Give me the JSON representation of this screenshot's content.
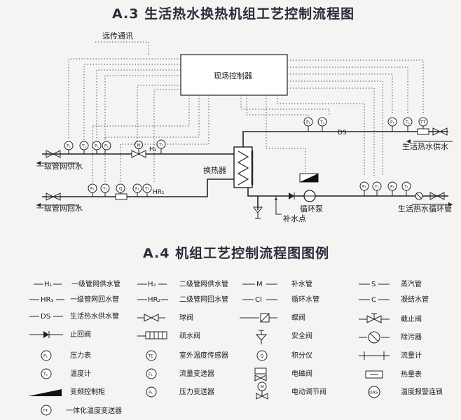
{
  "titles": {
    "a3": "A.3  生活热水换热机组工艺控制流程图",
    "a4": "A.4  机组工艺控制流程图图例"
  },
  "flow": {
    "remote_comm": "远传通讯",
    "controller": "现场控制器",
    "exchanger": "换热器",
    "pump": "循环泵",
    "makeup_point": "补水点",
    "primary_supply": "一级管网供水",
    "primary_return": "一级管网回水",
    "dhw_supply": "生活热水供水",
    "dhw_return": "生活热水循环管",
    "line_h1": "H₁",
    "line_hr1": "HR₁",
    "line_ds": "DS",
    "inst_p": "P₁",
    "inst_t": "T₁",
    "inst_f": "F₁",
    "inst_q": "Q",
    "inst_m": "M",
    "inst_tt": "TT"
  },
  "legend": {
    "items": [
      {
        "sym": "H₁",
        "label": "一级管网供水管"
      },
      {
        "sym": "H₂",
        "label": "二级管网供水管"
      },
      {
        "sym": "M",
        "label": "补水管"
      },
      {
        "sym": "S",
        "label": "蒸汽管"
      },
      {
        "sym": "HR₁",
        "label": "一级管网回水管"
      },
      {
        "sym": "HR₂",
        "label": "二级管网回水管"
      },
      {
        "sym": "CI",
        "label": "循环水管"
      },
      {
        "sym": "C",
        "label": "凝结水管"
      },
      {
        "sym": "DS",
        "label": "生活热水供水管"
      },
      {
        "sym": "",
        "label": "球阀"
      },
      {
        "sym": "",
        "label": "蝶阀"
      },
      {
        "sym": "",
        "label": "截止阀"
      },
      {
        "sym": "",
        "label": "止回阀"
      },
      {
        "sym": "",
        "label": "疏水阀"
      },
      {
        "sym": "",
        "label": "安全阀"
      },
      {
        "sym": "",
        "label": "除污器"
      },
      {
        "sym": "P₁",
        "label": "压力表"
      },
      {
        "sym": "TE",
        "label": "室外温度传感器"
      },
      {
        "sym": "Q",
        "label": "积分仪"
      },
      {
        "sym": "",
        "label": "流量计"
      },
      {
        "sym": "T₁",
        "label": "温度计"
      },
      {
        "sym": "F₁",
        "label": "流量变送器"
      },
      {
        "sym": "",
        "label": "电磁阀"
      },
      {
        "sym": "",
        "label": "热量表"
      },
      {
        "sym": "",
        "label": "变频控制柜"
      },
      {
        "sym": "P₁",
        "label": "压力变送器"
      },
      {
        "sym": "M",
        "label": "电动调节阀"
      },
      {
        "sym": "DAS",
        "label": "温度报警连锁"
      },
      {
        "sym": "TT",
        "label": "一体化温度变送器"
      }
    ]
  }
}
